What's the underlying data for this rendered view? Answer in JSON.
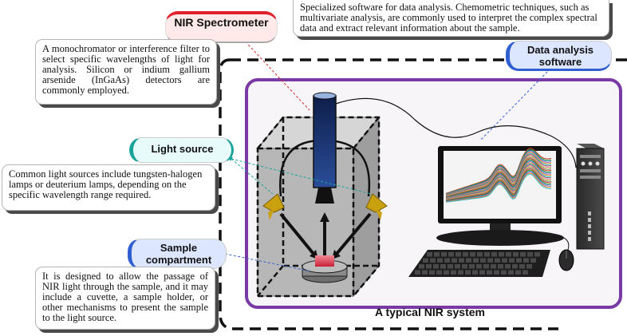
{
  "labels": {
    "nir_spectrometer": "NIR Spectrometer",
    "light_source": "Light source",
    "sample_compartment": "Sample compartment",
    "data_analysis_software": "Data analysis software",
    "system_title": "A typical NIR system"
  },
  "descriptions": {
    "spectrometer": "A monochromator or interference filter to select specific wavelengths of light for analysis. Silicon or indium gallium arsenide (InGaAs) detectors are commonly employed.",
    "light_source": "Common light sources include tungsten-halogen lamps or deuterium lamps, depending on the specific wavelength range required.",
    "sample_compartment": "It is designed to allow the passage of NIR light through the sample, and it may include a cuvette, a sample holder, or other mechanisms to present the sample to the light source.",
    "software": "Specialized software for data analysis. Chemometric techniques, such as multivariate analysis, are commonly used to interpret the complex spectral data and extract relevant information about the sample."
  },
  "colors": {
    "spectrometer_accent": "#e0202a",
    "light_source_accent": "#1aa39a",
    "sample_accent": "#2f5fd0",
    "software_accent": "#2f5fd0",
    "system_frame": "#7a3aa6",
    "lamp": "#c8a010"
  }
}
